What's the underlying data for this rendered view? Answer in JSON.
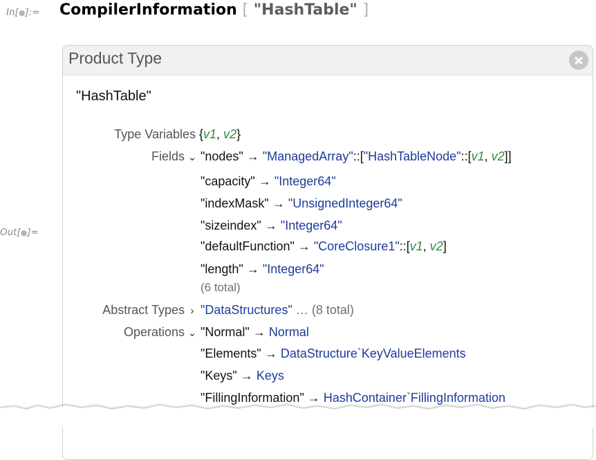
{
  "input": {
    "label_prefix": "In[",
    "label_dot": "●",
    "label_suffix": "]:=",
    "function": "CompilerInformation",
    "open_bracket": "[",
    "argument": "\"HashTable\"",
    "close_bracket": "]"
  },
  "output": {
    "label_prefix": "Out[",
    "label_dot": "●",
    "label_suffix": "]="
  },
  "panel": {
    "title": "Product Type",
    "type_name": "\"HashTable\"",
    "type_variables_label": "Type Variables",
    "type_variables": [
      "v1",
      "v2"
    ],
    "fields_label": "Fields",
    "fields": [
      {
        "key": "\"nodes\"",
        "arrow": "→",
        "type": "\"ManagedArray\"",
        "param": "\"HashTableNode\"",
        "vars": [
          "v1",
          "v2"
        ]
      },
      {
        "key": "\"capacity\"",
        "arrow": "→",
        "type": "\"Integer64\""
      },
      {
        "key": "\"indexMask\"",
        "arrow": "→",
        "type": "\"UnsignedInteger64\""
      },
      {
        "key": "\"sizeindex\"",
        "arrow": "→",
        "type": "\"Integer64\""
      },
      {
        "key": "\"defaultFunction\"",
        "arrow": "→",
        "type": "\"CoreClosure1\"",
        "vars": [
          "v1",
          "v2"
        ]
      },
      {
        "key": "\"length\"",
        "arrow": "→",
        "type": "\"Integer64\""
      }
    ],
    "fields_total": "(6 total)",
    "abstract_label": "Abstract Types",
    "abstract_first": "\"DataStructures\"",
    "abstract_more": "… (8 total)",
    "operations_label": "Operations",
    "operations": [
      {
        "key": "\"Normal\"",
        "arrow": "→",
        "value": "Normal"
      },
      {
        "key": "\"Elements\"",
        "arrow": "→",
        "value": "DataStructure`KeyValueElements"
      },
      {
        "key": "\"Keys\"",
        "arrow": "→",
        "value": "Keys"
      },
      {
        "key": "\"FillingInformation\"",
        "arrow": "→",
        "value": "HashContainer`FillingInformation"
      }
    ]
  }
}
